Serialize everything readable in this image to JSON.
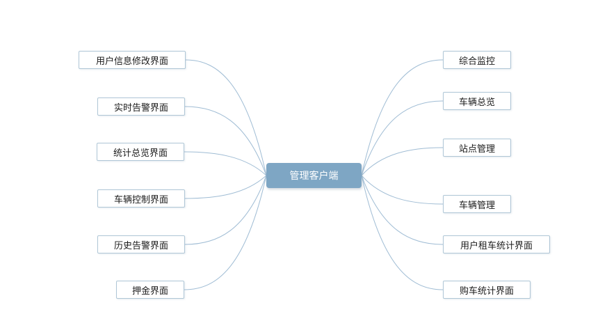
{
  "central": {
    "label": "管理客户端"
  },
  "left_nodes": [
    {
      "label": "用户信息修改界面"
    },
    {
      "label": "实时告警界面"
    },
    {
      "label": "统计总览界面"
    },
    {
      "label": "车辆控制界面"
    },
    {
      "label": "历史告警界面"
    },
    {
      "label": "押金界面"
    }
  ],
  "right_nodes": [
    {
      "label": "综合监控"
    },
    {
      "label": "车辆总览"
    },
    {
      "label": "站点管理"
    },
    {
      "label": "车辆管理"
    },
    {
      "label": "用户租车统计界面"
    },
    {
      "label": "购车统计界面"
    }
  ],
  "colors": {
    "background": "#ffffff",
    "central_bg": "#7ea6c4",
    "central_text": "#ffffff",
    "node_bg": "#ffffff",
    "node_border": "#afc6d6",
    "node_text": "#1a1a1a",
    "connector": "#9fbcd4"
  }
}
